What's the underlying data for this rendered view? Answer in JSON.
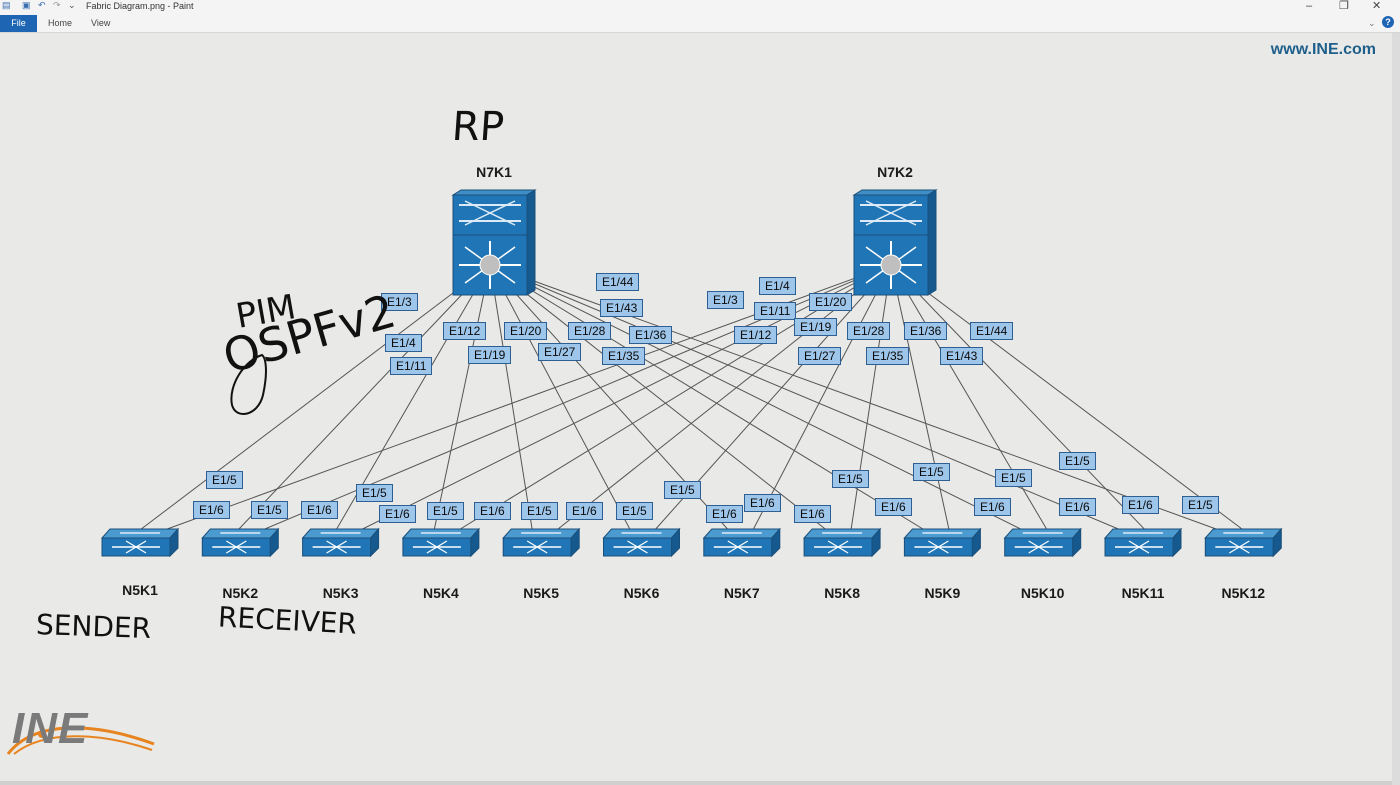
{
  "window": {
    "title": "Fabric Diagram.png - Paint",
    "controls": {
      "minimize": "–",
      "restore": "❐",
      "close": "✕"
    }
  },
  "ribbon": {
    "tabs": [
      "File",
      "Home",
      "View"
    ],
    "help": "?"
  },
  "diagram": {
    "watermark": "www.INE.com",
    "spines": [
      {
        "name": "N7K1",
        "annotation": "RP"
      },
      {
        "name": "N7K2"
      }
    ],
    "leaves": [
      "N5K1",
      "N5K2",
      "N5K3",
      "N5K4",
      "N5K5",
      "N5K6",
      "N5K7",
      "N5K8",
      "N5K9",
      "N5K10",
      "N5K11",
      "N5K12"
    ],
    "spine_ports": {
      "N7K1": [
        "E1/3",
        "E1/4",
        "E1/11",
        "E1/12",
        "E1/19",
        "E1/20",
        "E1/27",
        "E1/28",
        "E1/35",
        "E1/36",
        "E1/43",
        "E1/44"
      ],
      "N7K2": [
        "E1/3",
        "E1/4",
        "E1/11",
        "E1/12",
        "E1/19",
        "E1/20",
        "E1/27",
        "E1/28",
        "E1/35",
        "E1/36",
        "E1/43",
        "E1/44"
      ]
    },
    "leaf_ports": [
      {
        "leaf": "N5K1",
        "to_N7K1": "E1/5",
        "to_N7K2": "E1/6"
      },
      {
        "leaf": "N5K2",
        "to_N7K1": "E1/5",
        "to_N7K2": "E1/6"
      },
      {
        "leaf": "N5K3",
        "to_N7K1": "E1/5",
        "to_N7K2": "E1/6"
      },
      {
        "leaf": "N5K4",
        "to_N7K1": "E1/5",
        "to_N7K2": "E1/6"
      },
      {
        "leaf": "N5K5",
        "to_N7K1": "E1/5",
        "to_N7K2": "E1/6"
      },
      {
        "leaf": "N5K6",
        "to_N7K1": "E1/5",
        "to_N7K2": "E1/6"
      },
      {
        "leaf": "N5K7",
        "to_N7K1": "E1/6",
        "to_N7K2": "E1/5"
      },
      {
        "leaf": "N5K8",
        "to_N7K1": "E1/6",
        "to_N7K2": "E1/5"
      },
      {
        "leaf": "N5K9",
        "to_N7K1": "E1/6",
        "to_N7K2": "E1/5"
      },
      {
        "leaf": "N5K10",
        "to_N7K1": "E1/6",
        "to_N7K2": "E1/5"
      },
      {
        "leaf": "N5K11",
        "to_N7K1": "E1/6",
        "to_N7K2": "E1/5"
      },
      {
        "leaf": "N5K12",
        "to_N7K1": "E1/6",
        "to_N7K2": "E1/5"
      }
    ],
    "handwritten": {
      "rp": "RP",
      "pim": "PIM",
      "ospf": "OSPFv2",
      "sender": "SENDER",
      "receiver": "RECEIVER"
    },
    "logo": "INE"
  }
}
